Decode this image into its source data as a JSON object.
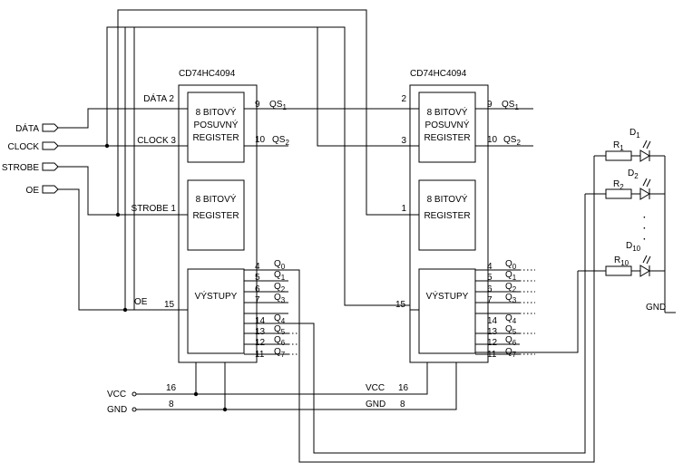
{
  "chips": [
    {
      "title": "CD74HC4094",
      "shift_block": [
        "8 BITOVÝ",
        "POSUVNÝ",
        "REGISTER"
      ],
      "storage_block": [
        "8 BITOVÝ",
        "REGISTER"
      ],
      "output_block": "VÝSTUPY",
      "left_pins": {
        "data": "DÁTA 2",
        "clock": "CLOCK 3",
        "strobe": "STROBE 1",
        "oe_name": "OE",
        "oe_num": "15"
      },
      "qs1_num": "9",
      "qs2_num": "10",
      "out_nums": [
        "4",
        "5",
        "6",
        "7",
        "14",
        "13",
        "12",
        "11"
      ]
    },
    {
      "title": "CD74HC4094",
      "shift_block": [
        "8 BITOVÝ",
        "POSUVNÝ",
        "REGISTER"
      ],
      "storage_block": [
        "8 BITOVÝ",
        "REGISTER"
      ],
      "output_block": "VÝSTUPY",
      "left_pins": {
        "data": "2",
        "clock": "3",
        "strobe": "1",
        "oe_num": "15"
      },
      "qs1_num": "9",
      "qs2_num": "10",
      "out_nums": [
        "4",
        "5",
        "6",
        "7",
        "14",
        "13",
        "12",
        "11"
      ]
    }
  ],
  "qs_label": "QS",
  "qs_subs": [
    "1",
    "2"
  ],
  "q_label": "Q",
  "q_subs": [
    "0",
    "1",
    "2",
    "3",
    "4",
    "5",
    "6",
    "7"
  ],
  "inputs": [
    "DÁTA",
    "CLOCK",
    "STROBE",
    "OE"
  ],
  "power": {
    "vcc": "VCC",
    "gnd": "GND",
    "vcc_pin": "16",
    "gnd_pin": "8"
  },
  "leds": [
    {
      "r": "R",
      "r_sub": "1",
      "d": "D",
      "d_sub": "1"
    },
    {
      "r": "R",
      "r_sub": "2",
      "d": "D",
      "d_sub": "2"
    },
    {
      "r": "R",
      "r_sub": "10",
      "d": "D",
      "d_sub": "10"
    }
  ],
  "gnd_right": "GND",
  "ellipsis": "·"
}
